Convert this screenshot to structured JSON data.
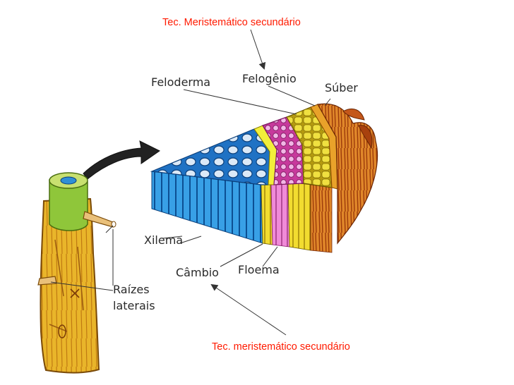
{
  "annotations": {
    "top_note": "Tec. Meristemático secundário",
    "bottom_note": "Tec. meristemático secundário"
  },
  "labels": {
    "feloderma": "Feloderma",
    "felogenio": "Felogênio",
    "suber": "Súber",
    "xilema": "Xilema",
    "cambio": "Câmbio",
    "floema": "Floema",
    "raizes_line1": "Raízes",
    "raizes_line2": "laterais"
  },
  "colors": {
    "annotation_text": "#ff1a00",
    "xylem": "#2f8fd6",
    "phloem": "#e58ad2",
    "cambium": "#f2ef3a",
    "periderm": "#ecd21c",
    "cork": "#d9731c",
    "stem": "#e9b52a"
  }
}
